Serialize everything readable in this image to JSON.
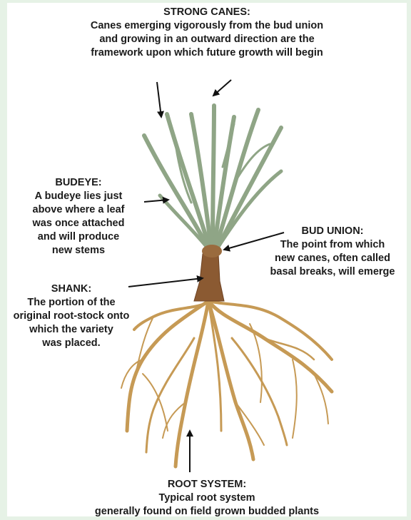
{
  "labels": {
    "strong_canes": {
      "title": "STRONG CANES:",
      "lines": [
        "Canes emerging vigorously from the bud union",
        "and growing in an outward direction are the",
        "framework upon which future growth will begin"
      ]
    },
    "budeye": {
      "title": "BUDEYE:",
      "lines": [
        "A budeye lies just",
        "above where a leaf",
        "was once attached",
        "and will produce",
        "new stems"
      ]
    },
    "bud_union": {
      "title": "BUD UNION:",
      "lines": [
        "The point from which",
        "new canes, often called",
        "basal breaks, will emerge"
      ]
    },
    "shank": {
      "title": "SHANK:",
      "lines": [
        "The portion of the",
        "original root-stock onto",
        "which the variety",
        "was placed."
      ]
    },
    "root_system": {
      "title": "ROOT SYSTEM:",
      "lines": [
        "Typical root system",
        "generally found on field grown budded plants"
      ]
    }
  },
  "colors": {
    "background": "#e6f2e6",
    "cane": "#8fa586",
    "root": "#c69a55",
    "arrow": "#111111"
  }
}
